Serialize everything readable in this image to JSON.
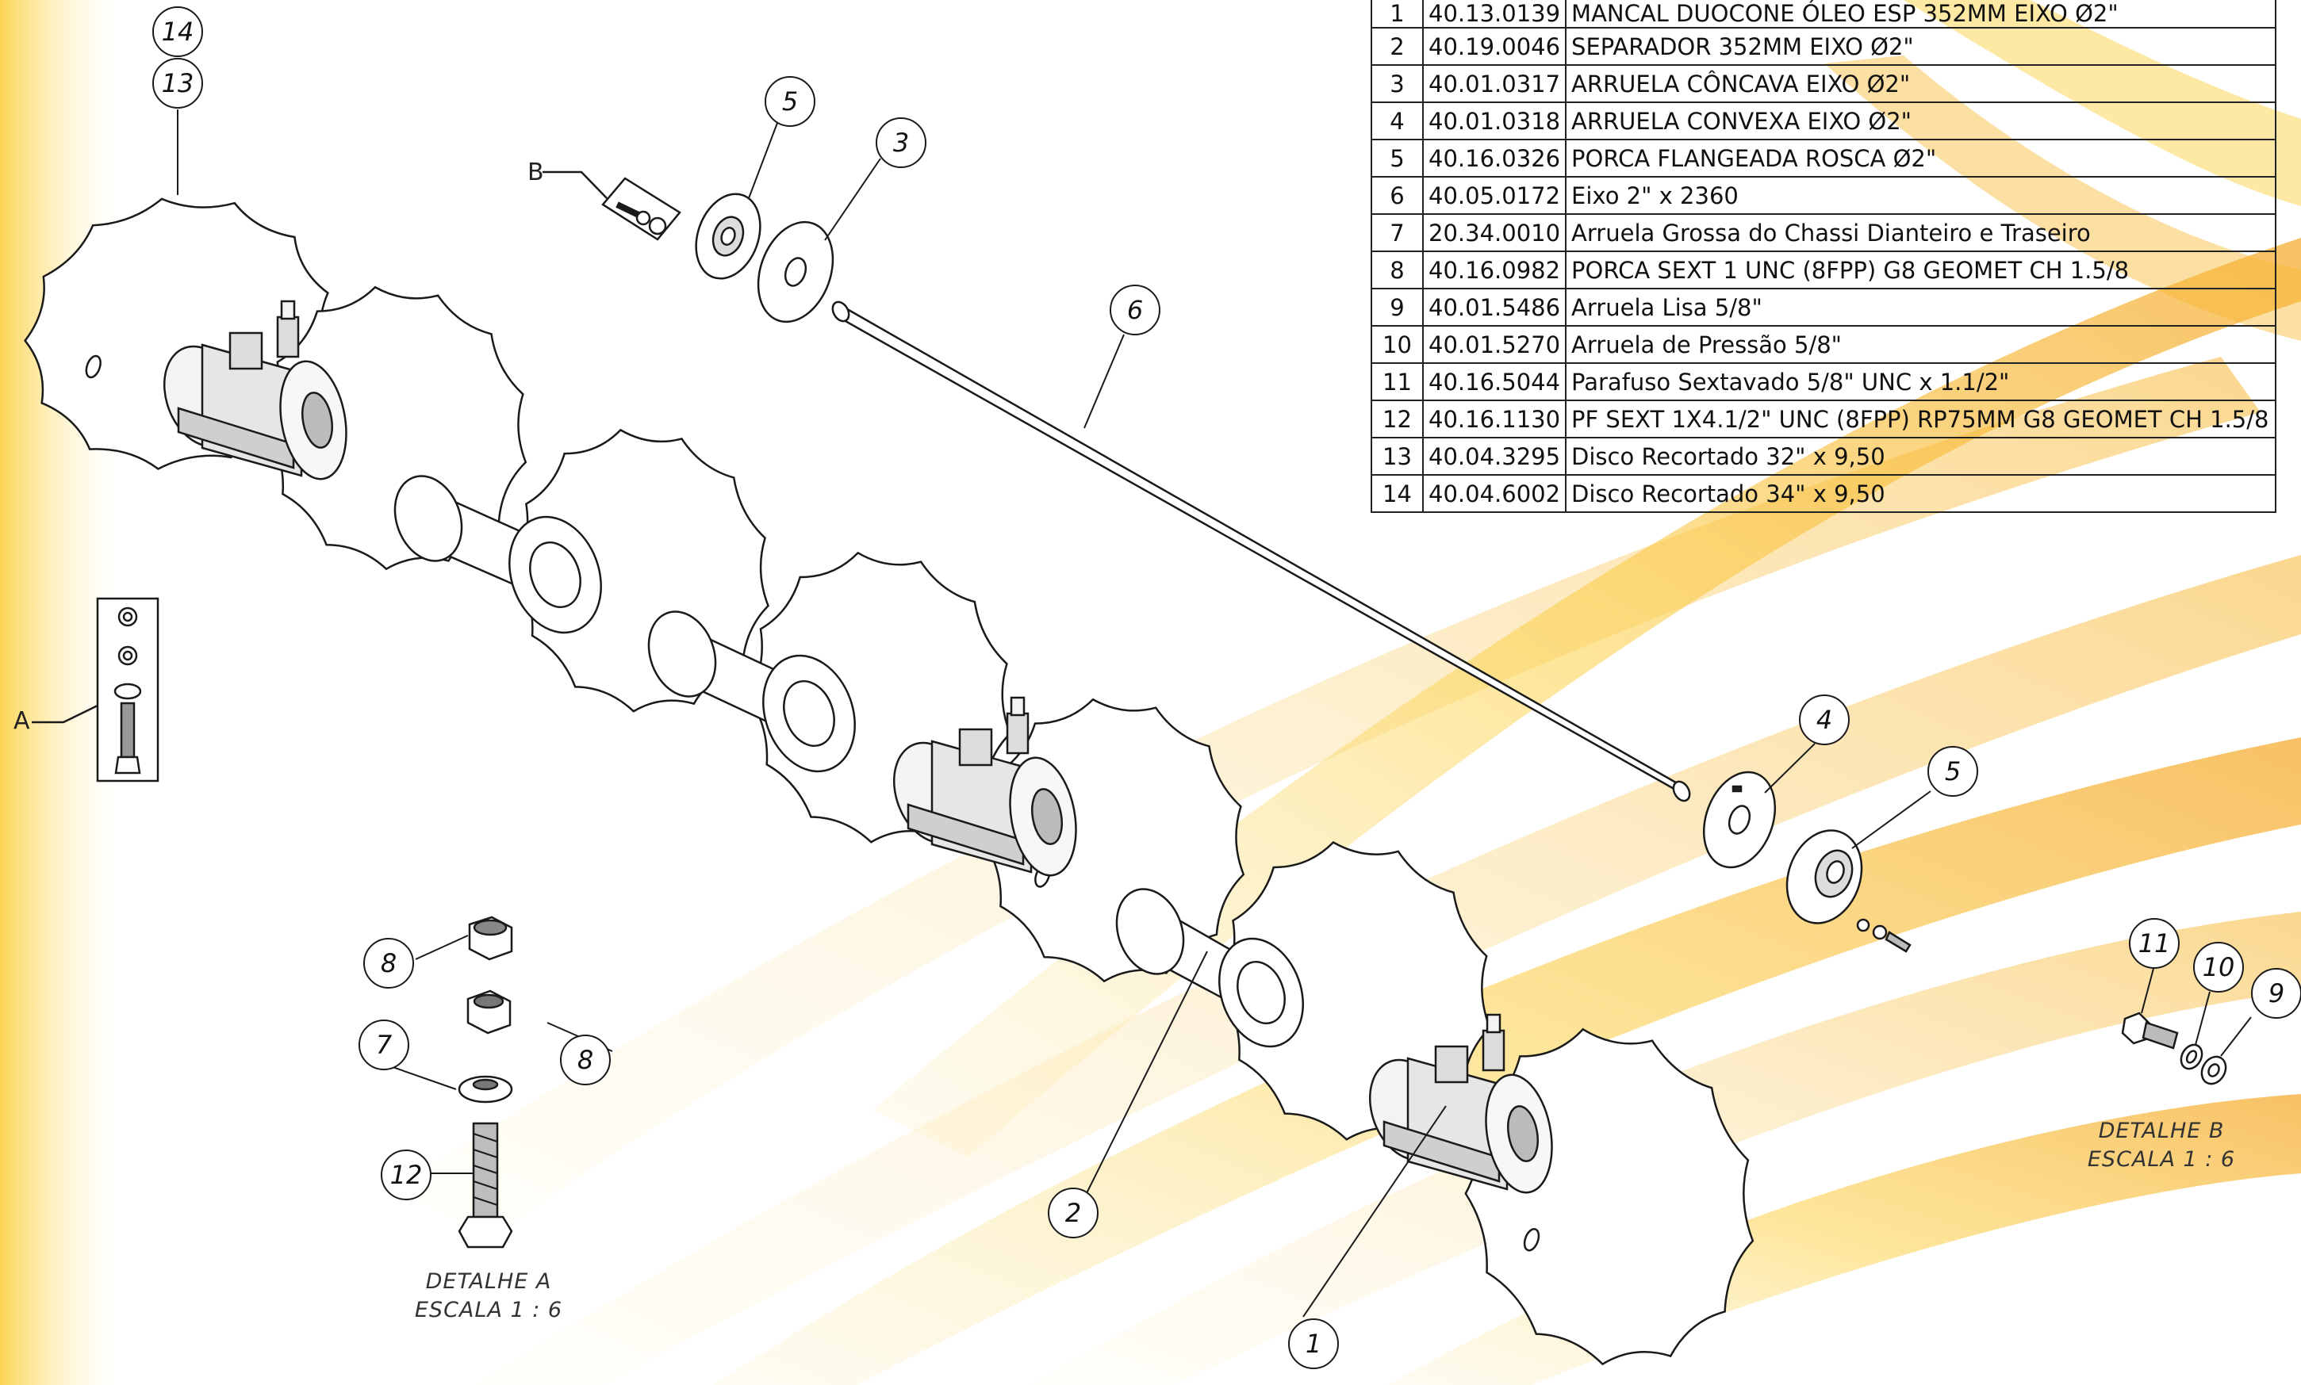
{
  "bom": {
    "rows": [
      {
        "item": "1",
        "code": "40.13.0139",
        "desc": "MANCAL DUOCONE ÓLEO ESP 352MM EIXO Ø2\""
      },
      {
        "item": "2",
        "code": "40.19.0046",
        "desc": "SEPARADOR 352MM EIXO Ø2\""
      },
      {
        "item": "3",
        "code": "40.01.0317",
        "desc": "ARRUELA CÔNCAVA EIXO Ø2\""
      },
      {
        "item": "4",
        "code": "40.01.0318",
        "desc": "ARRUELA CONVEXA EIXO Ø2\""
      },
      {
        "item": "5",
        "code": "40.16.0326",
        "desc": "PORCA FLANGEADA ROSCA Ø2\""
      },
      {
        "item": "6",
        "code": "40.05.0172",
        "desc": "Eixo 2\" x 2360"
      },
      {
        "item": "7",
        "code": "20.34.0010",
        "desc": "Arruela Grossa do Chassi Dianteiro e Traseiro"
      },
      {
        "item": "8",
        "code": "40.16.0982",
        "desc": "PORCA SEXT 1 UNC (8FPP) G8 GEOMET CH 1.5/8"
      },
      {
        "item": "9",
        "code": "40.01.5486",
        "desc": "Arruela Lisa 5/8\""
      },
      {
        "item": "10",
        "code": "40.01.5270",
        "desc": "Arruela de Pressão 5/8\""
      },
      {
        "item": "11",
        "code": "40.16.5044",
        "desc": "Parafuso Sextavado 5/8\" UNC x 1.1/2\""
      },
      {
        "item": "12",
        "code": "40.16.1130",
        "desc": "PF SEXT 1X4.1/2\" UNC (8FPP) RP75MM G8 GEOMET CH 1.5/8"
      },
      {
        "item": "13",
        "code": "40.04.3295",
        "desc": "Disco Recortado 32\" x 9,50"
      },
      {
        "item": "14",
        "code": "40.04.6002",
        "desc": "Disco Recortado 34\" x 9,50"
      }
    ]
  },
  "callouts": {
    "c14": "14",
    "c13": "13",
    "c5a": "5",
    "c3": "3",
    "c6": "6",
    "c4": "4",
    "c5b": "5",
    "c8a": "8",
    "c8b": "8",
    "c7": "7",
    "c12": "12",
    "c2": "2",
    "c1": "1",
    "c11": "11",
    "c10": "10",
    "c9": "9"
  },
  "views": {
    "a": "A",
    "b": "B"
  },
  "details": {
    "a_line1": "DETALHE A",
    "a_line2": "ESCALA 1 : 6",
    "b_line1": "DETALHE B",
    "b_line2": "ESCALA 1 : 6"
  },
  "colors": {
    "accent_yellow": "#fcd24a",
    "accent_orange": "#f5a623",
    "line": "#1a1a1a"
  }
}
